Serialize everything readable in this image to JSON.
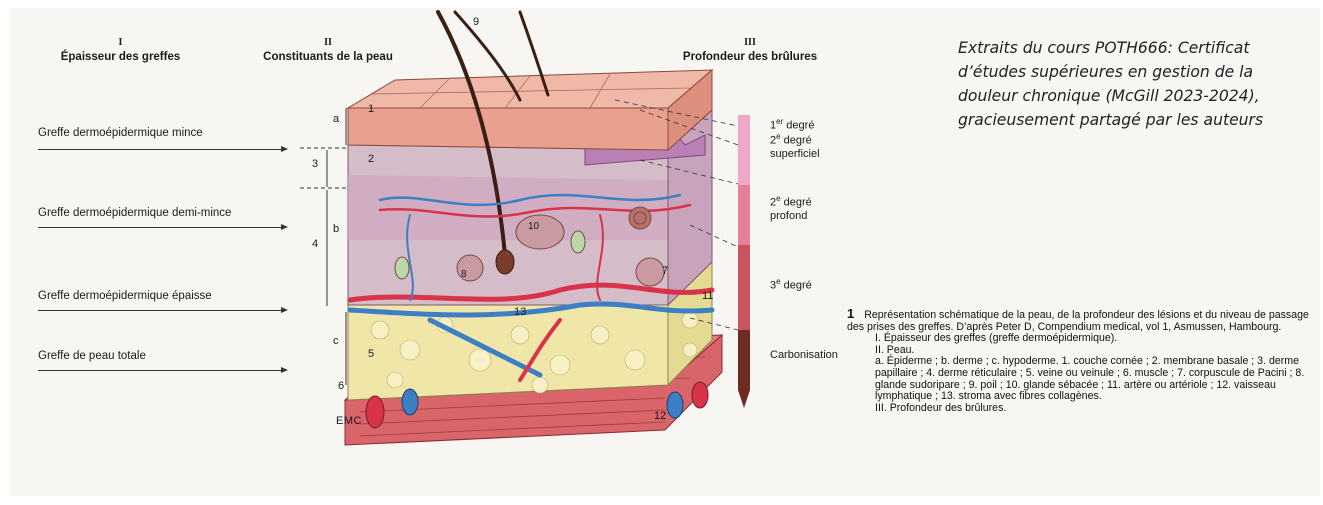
{
  "columns": [
    {
      "numeral": "I",
      "title": "Épaisseur des greffes"
    },
    {
      "numeral": "II",
      "title": "Constituants de la peau"
    },
    {
      "numeral": "III",
      "title": "Profondeur des brûlures"
    }
  ],
  "grafts": [
    "Greffe dermoépidermique mince",
    "Greffe dermoépidermique demi-mince",
    "Greffe dermoépidermique épaisse",
    "Greffe de peau totale"
  ],
  "layer_letters": [
    "a",
    "b",
    "c"
  ],
  "layer_numbers": [
    "1",
    "2",
    "3",
    "4",
    "5",
    "6"
  ],
  "structure_numbers": [
    "9",
    "10",
    "8",
    "7",
    "11",
    "13",
    "12"
  ],
  "burn_degrees": [
    {
      "main": "1",
      "sup": "er",
      "rest": " degré"
    },
    {
      "main": "2",
      "sup": "e",
      "rest": " degré",
      "line2": "superficiel"
    },
    {
      "main": "2",
      "sup": "e",
      "rest": " degré",
      "line2": "profond"
    },
    {
      "main": "3",
      "sup": "e",
      "rest": " degré"
    },
    {
      "main": "Carbonisation",
      "sup": "",
      "rest": ""
    }
  ],
  "credit": "Extraits du cours POTH666: Certificat d’études supérieures en gestion de la douleur chronique  (McGill 2023-2024), gracieusement partagé par les auteurs",
  "caption": {
    "fig_number": "1",
    "text": "Représentation schématique de la peau, de la profondeur des lésions et du niveau de passage des prises des greffes. D’après Peter D, Compendium medical, vol 1, Asmussen, Hambourg.",
    "items": [
      "I. Épaisseur des greffes (greffe dermoépidermique).",
      "II. Peau.",
      "a. Épiderme ; b. derme ; c. hypoderme. 1. couche cornée ; 2. membrane basale ; 3. derme papillaire ; 4. derme réticulaire ; 5. veine ou veinule ; 6. muscle ; 7. corpuscule de Pacini ; 8. glande sudoripare ; 9. poil ; 10. glande sébacée ; 11. artère ou artériole ; 12. vaisseau lymphatique ; 13. stroma avec fibres collagènes.",
      "III. Profondeur des brûlures."
    ]
  },
  "logo": "EMC",
  "colors": {
    "epidermis": "#e9a08f",
    "dermis": "#d8a8c0",
    "hypodermis": "#efe6a8",
    "muscle": "#d9646a",
    "vein": "#3d7fc4",
    "artery": "#d8334a"
  }
}
